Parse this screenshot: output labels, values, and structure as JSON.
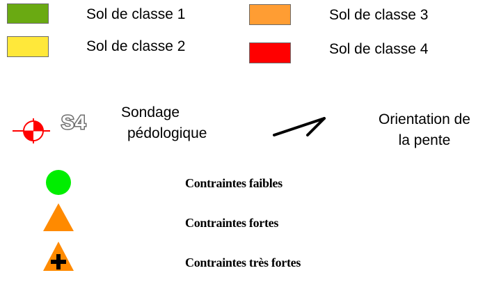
{
  "legend": {
    "soil_classes": [
      {
        "label": "Sol de classe 1",
        "color": "#6aaa12"
      },
      {
        "label": "Sol de classe 2",
        "color": "#ffe83a"
      },
      {
        "label": "Sol de classe 3",
        "color": "#ff9d33"
      },
      {
        "label": "Sol de classe 4",
        "color": "#ff0000"
      }
    ],
    "sondage": {
      "code": "S4",
      "label_line1": "Sondage",
      "label_line2": "pédologique",
      "icon": "borehole-symbol-icon",
      "colors": {
        "fill": "#ff0000",
        "outline": "#ff0000",
        "code_outline": "#6e6e6e"
      }
    },
    "pente": {
      "label_line1": "Orientation de",
      "label_line2": "la pente",
      "icon": "slope-arrow-icon"
    },
    "contraintes": [
      {
        "label": "Contraintes faibles",
        "icon": "green-circle-icon",
        "color": "#00ee00"
      },
      {
        "label": "Contraintes fortes",
        "icon": "orange-triangle-icon",
        "color": "#ff8a00"
      },
      {
        "label": "Contraintes très fortes",
        "icon": "orange-triangle-plus-icon",
        "color": "#ff8a00"
      }
    ]
  }
}
